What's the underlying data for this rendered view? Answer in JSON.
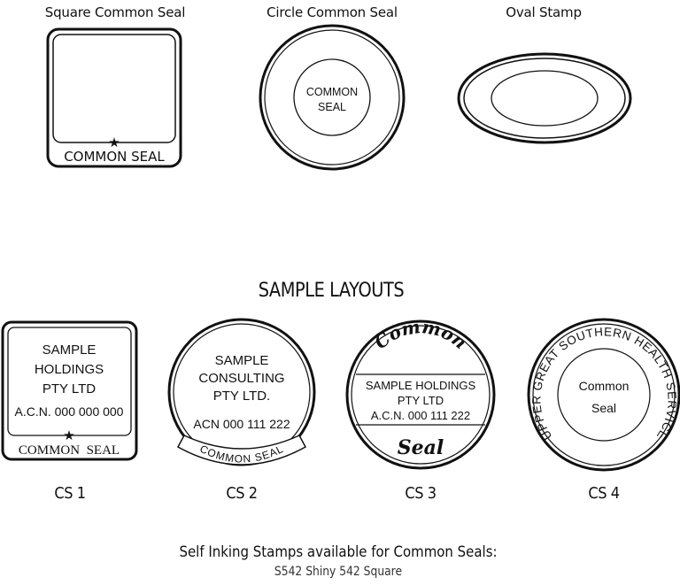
{
  "top_row": {
    "items": [
      {
        "title": "Square Common Seal",
        "stamp_text": "COMMON SEAL"
      },
      {
        "title": "Circle Common Seal",
        "stamp_text_line1": "COMMON",
        "stamp_text_line2": "SEAL"
      },
      {
        "title": "Oval Stamp"
      }
    ]
  },
  "section_heading": "SAMPLE LAYOUTS",
  "samples": [
    {
      "label": "CS 1",
      "lines": [
        "SAMPLE",
        "HOLDINGS",
        "PTY LTD",
        "A.C.N. 000 000 000"
      ],
      "footer": "COMMON  SEAL"
    },
    {
      "label": "CS 2",
      "lines": [
        "SAMPLE",
        "CONSULTING",
        "PTY LTD.",
        "ACN 000 111 222"
      ],
      "banner": "COMMON SEAL"
    },
    {
      "label": "CS 3",
      "top_arc": "Common",
      "lines": [
        "SAMPLE HOLDINGS",
        "PTY LTD",
        "A.C.N. 000 111 222"
      ],
      "bottom_arc": "Seal"
    },
    {
      "label": "CS 4",
      "ring_text": "UPPER GREAT SOUTHERN HEALTH SERVICE",
      "lines": [
        "Common",
        "Seal"
      ]
    }
  ],
  "footer": {
    "line1": "Self Inking Stamps available for Common Seals:",
    "line2": "S542 Shiny 542 Square"
  }
}
